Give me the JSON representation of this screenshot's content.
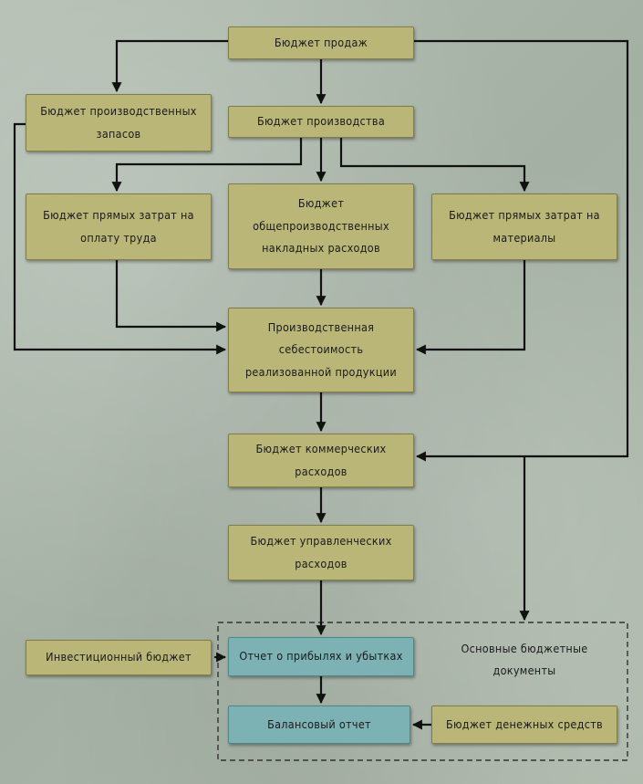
{
  "nodes": {
    "sales_budget": "Бюджет продаж",
    "inventory_budget": "Бюджет производственных запасов",
    "production_budget": "Бюджет производства",
    "direct_labor_budget": "Бюджет прямых затрат на оплату труда",
    "overhead_budget": "Бюджет общепроизводственных накладных расходов",
    "direct_materials_budget": "Бюджет прямых затрат на материалы",
    "cost_of_goods_sold": "Производственная себестоимость реализованной продукции",
    "selling_expenses_budget": "Бюджет коммерческих расходов",
    "admin_expenses_budget": "Бюджет управленческих расходов",
    "investment_budget": "Инвестиционный бюджет",
    "income_statement": "Отчет о прибылях и убытках",
    "balance_sheet": "Балансовый отчет",
    "cash_budget": "Бюджет денежных средств"
  },
  "group_label": "Основные бюджетные документы",
  "colors": {
    "budget_box": "#b9b677",
    "report_box": "#7cb2b4",
    "connector": "#111111"
  }
}
